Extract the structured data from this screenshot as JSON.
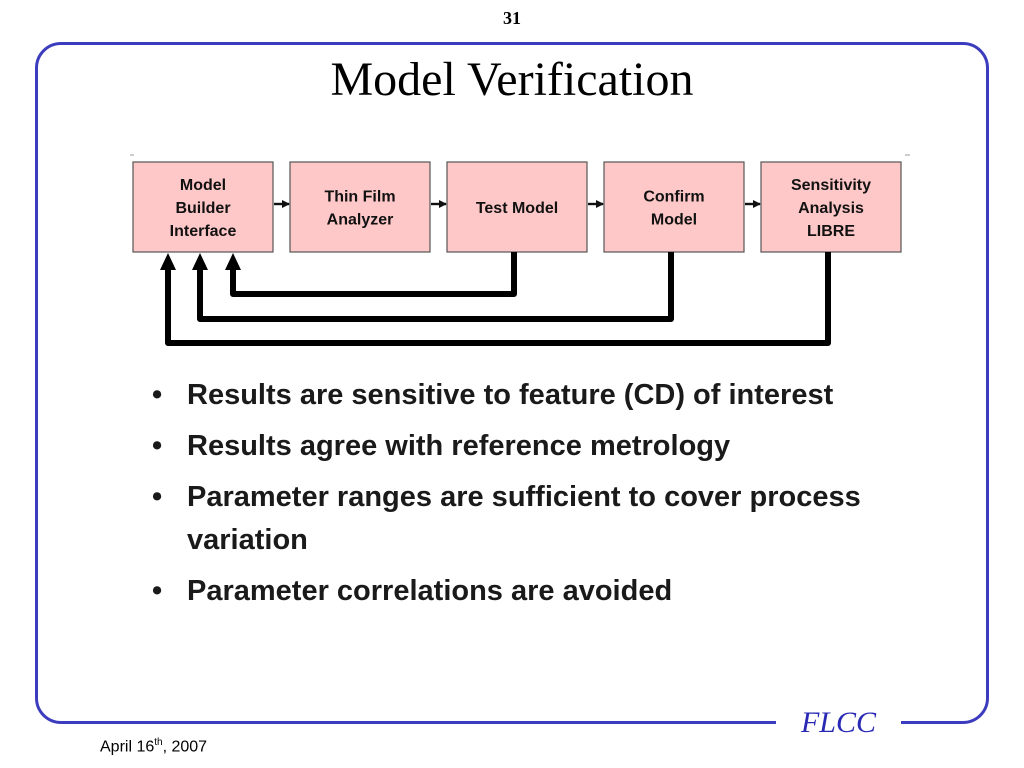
{
  "slide": {
    "page_number": "31",
    "title": "Model Verification"
  },
  "diagram": {
    "boxes": [
      {
        "id": "model-builder-interface",
        "lines": [
          "Model",
          "Builder",
          "Interface"
        ]
      },
      {
        "id": "thin-film-analyzer",
        "lines": [
          "Thin Film",
          "Analyzer"
        ]
      },
      {
        "id": "test-model",
        "lines": [
          "Test Model"
        ]
      },
      {
        "id": "confirm-model",
        "lines": [
          "Confirm",
          "Model"
        ]
      },
      {
        "id": "sensitivity-analysis-libre",
        "lines": [
          "Sensitivity",
          "Analysis",
          "LIBRE"
        ]
      }
    ],
    "feedback_loops": [
      {
        "from": "test-model",
        "to": "model-builder-interface"
      },
      {
        "from": "confirm-model",
        "to": "model-builder-interface"
      },
      {
        "from": "sensitivity-analysis-libre",
        "to": "model-builder-interface"
      }
    ]
  },
  "bullets": [
    "Results are sensitive to feature (CD) of interest",
    "Results agree with reference metrology",
    "Parameter ranges are sufficient to cover process variation",
    "Parameter correlations are avoided"
  ],
  "footer": {
    "date_prefix": "April 16",
    "date_sup": "th",
    "date_suffix": ", 2007",
    "logo_text": "FLCC"
  },
  "colors": {
    "frame": "#3c3cbe",
    "box_fill": "#ffc8c8",
    "logo": "#2828b4"
  }
}
